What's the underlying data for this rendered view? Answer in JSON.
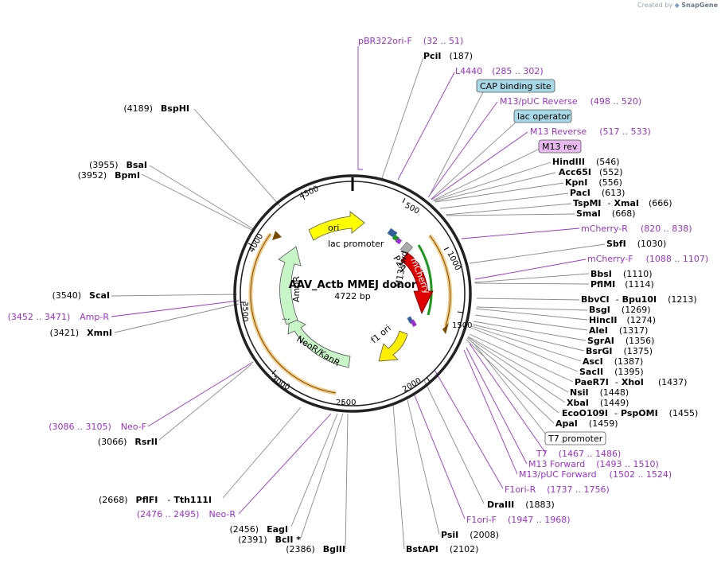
{
  "credit": {
    "prefix": "Created by",
    "brand": "SnapGene",
    "icon": "snapgene-logo-icon"
  },
  "plasmid": {
    "name": "AAV_Actb MMEJ donor",
    "size": "4722 bp"
  },
  "ticks": [
    "500",
    "1000",
    "1500",
    "2000",
    "2500",
    "3000",
    "3500",
    "4000",
    "4500"
  ],
  "features": {
    "ori": "ori",
    "lac_promoter": "lac promoter",
    "p2a": "P2A",
    "mcherry": "mCherry",
    "m13_fwd": "M13 fwd",
    "f1_ori": "f1 ori",
    "neor": "NeoR/KanR",
    "ampr": "AmpR",
    "ampr_promoter": "..."
  },
  "boxes": {
    "cap": "CAP binding site",
    "lacop": "lac operator",
    "m13rev": "M13 rev",
    "t7prom": "T7 promoter"
  },
  "labels": {
    "pbr": {
      "name": "pBR322ori-F",
      "pos": "(32 .. 51)"
    },
    "pci": {
      "name": "PciI",
      "pos": "(187)"
    },
    "l4440": {
      "name": "L4440",
      "pos": "(285 .. 302)"
    },
    "m13puc_rev": {
      "name": "M13/pUC Reverse",
      "pos": "(498 .. 520)"
    },
    "m13_reverse": {
      "name": "M13 Reverse",
      "pos": "(517 .. 533)"
    },
    "hindiii": {
      "name": "HindIII",
      "pos": "(546)"
    },
    "acc65i": {
      "name": "Acc65I",
      "pos": "(552)"
    },
    "kpni": {
      "name": "KpnI",
      "pos": "(556)"
    },
    "paci": {
      "name": "PacI",
      "pos": "(613)"
    },
    "tspmi": {
      "name": "TspMI",
      "sep": "-",
      "name2": "XmaI",
      "pos": "(666)"
    },
    "smai": {
      "name": "SmaI",
      "pos": "(668)"
    },
    "mcherry_r": {
      "name": "mCherry-R",
      "pos": "(820 .. 838)"
    },
    "sbfi": {
      "name": "SbfI",
      "pos": "(1030)"
    },
    "mcherry_f": {
      "name": "mCherry-F",
      "pos": "(1088 .. 1107)"
    },
    "bbsi": {
      "name": "BbsI",
      "pos": "(1110)"
    },
    "pflmi": {
      "name": "PflMI",
      "pos": "(1114)"
    },
    "bbvci": {
      "name": "BbvCI",
      "sep": "-",
      "name2": "Bpu10I",
      "pos": "(1213)"
    },
    "bsgi": {
      "name": "BsgI",
      "pos": "(1269)"
    },
    "hincii": {
      "name": "HincII",
      "pos": "(1274)"
    },
    "alei": {
      "name": "AleI",
      "pos": "(1317)"
    },
    "sgrai": {
      "name": "SgrAI",
      "pos": "(1356)"
    },
    "bsrgi": {
      "name": "BsrGI",
      "pos": "(1375)"
    },
    "asci": {
      "name": "AscI",
      "pos": "(1387)"
    },
    "sacii": {
      "name": "SacII",
      "pos": "(1395)"
    },
    "paer7i": {
      "name": "PaeR7I",
      "sep": "-",
      "name2": "XhoI",
      "pos": "(1437)"
    },
    "nsii": {
      "name": "NsiI",
      "pos": "(1448)"
    },
    "xbai": {
      "name": "XbaI",
      "pos": "(1449)"
    },
    "eco0109i": {
      "name": "EcoO109I",
      "sep": "-",
      "name2": "PspOMI",
      "pos": "(1455)"
    },
    "apai": {
      "name": "ApaI",
      "pos": "(1459)"
    },
    "t7": {
      "name": "T7",
      "pos": "(1467 .. 1486)"
    },
    "m13_forward": {
      "name": "M13 Forward",
      "pos": "(1493 .. 1510)"
    },
    "m13puc_fwd": {
      "name": "M13/pUC Forward",
      "pos": "(1502 .. 1524)"
    },
    "f1ori_r": {
      "name": "F1ori-R",
      "pos": "(1737 .. 1756)"
    },
    "draiii": {
      "name": "DraIII",
      "pos": "(1883)"
    },
    "f1ori_f": {
      "name": "F1ori-F",
      "pos": "(1947 .. 1968)"
    },
    "psii": {
      "name": "PsiI",
      "pos": "(2008)"
    },
    "bstapi": {
      "name": "BstAPI",
      "pos": "(2102)"
    },
    "bglii": {
      "name": "BglII",
      "pos": "(2386)"
    },
    "bcli": {
      "name": "BclI *",
      "pos": "(2391)"
    },
    "eagi": {
      "name": "EagI",
      "pos": "(2456)"
    },
    "neo_r": {
      "name": "Neo-R",
      "pos": "(2476 .. 2495)"
    },
    "pflfi": {
      "name": "PflFI",
      "sep": "-",
      "name2": "Tth111I",
      "pos": "(2668)"
    },
    "rsrii": {
      "name": "RsrII",
      "pos": "(3066)"
    },
    "neo_f": {
      "name": "Neo-F",
      "pos": "(3086 .. 3105)"
    },
    "xmni": {
      "name": "XmnI",
      "pos": "(3421)"
    },
    "amp_r": {
      "name": "Amp-R",
      "pos": "(3452 .. 3471)"
    },
    "scai": {
      "name": "ScaI",
      "pos": "(3540)"
    },
    "bpmi": {
      "name": "BpmI",
      "pos": "(3952)"
    },
    "bsai": {
      "name": "BsaI",
      "pos": "(3955)"
    },
    "bsphi": {
      "name": "BspHI",
      "pos": "(4189)"
    }
  },
  "colors": {
    "primer": "#9b30d0",
    "ori": "#ffff00",
    "mcherry": "#e00000",
    "f1ori": "#ffee00",
    "resistance": "#c8f5c8",
    "box_blue": "#a8d8e8",
    "box_pink": "#e8b8f0",
    "orange_arc": "#e8a020",
    "green_arc": "#1a9a1a"
  }
}
